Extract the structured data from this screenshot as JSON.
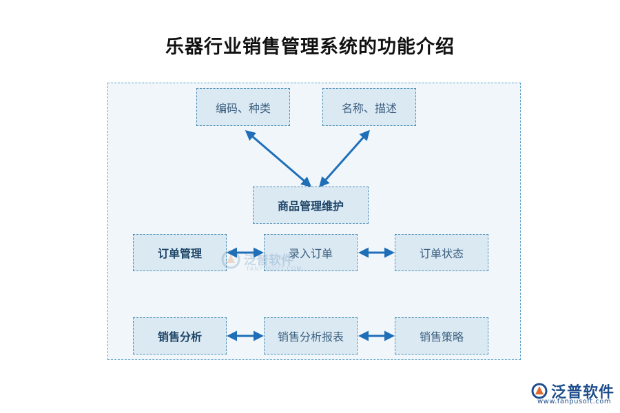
{
  "title": "乐器行业销售管理系统的功能介绍",
  "nodes": {
    "code_type": "编码、种类",
    "name_desc": "名称、描述",
    "product_maint": "商品管理维护",
    "order_mgmt": "订单管理",
    "enter_order": "录入订单",
    "order_status": "订单状态",
    "sales_analysis": "销售分析",
    "sales_report": "销售分析报表",
    "sales_strategy": "销售策略"
  },
  "watermark": {
    "text": "泛普软件",
    "sub": "FANPUSOFT.COM"
  },
  "logo": {
    "text": "泛普软件",
    "url": "www.fanpusoft.com"
  },
  "colors": {
    "arrow": "#1f6fb8",
    "box_fill": "#dbe9f3",
    "frame_fill": "#f0f6fa"
  }
}
